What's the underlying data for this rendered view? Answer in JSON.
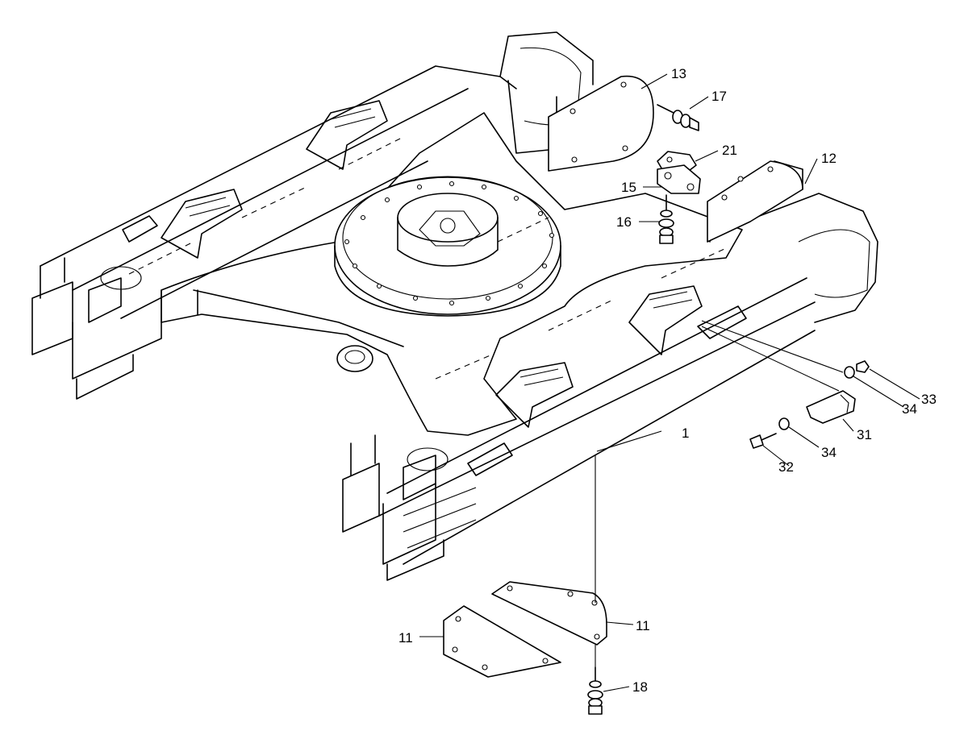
{
  "callouts": [
    {
      "id": "c1",
      "label": "1"
    },
    {
      "id": "c11a",
      "label": "11"
    },
    {
      "id": "c11b",
      "label": "11"
    },
    {
      "id": "c12",
      "label": "12"
    },
    {
      "id": "c13",
      "label": "13"
    },
    {
      "id": "c15",
      "label": "15"
    },
    {
      "id": "c16",
      "label": "16"
    },
    {
      "id": "c17",
      "label": "17"
    },
    {
      "id": "c18",
      "label": "18"
    },
    {
      "id": "c21",
      "label": "21"
    },
    {
      "id": "c31",
      "label": "31"
    },
    {
      "id": "c32",
      "label": "32"
    },
    {
      "id": "c33",
      "label": "33"
    },
    {
      "id": "c34a",
      "label": "34"
    },
    {
      "id": "c34b",
      "label": "34"
    }
  ]
}
